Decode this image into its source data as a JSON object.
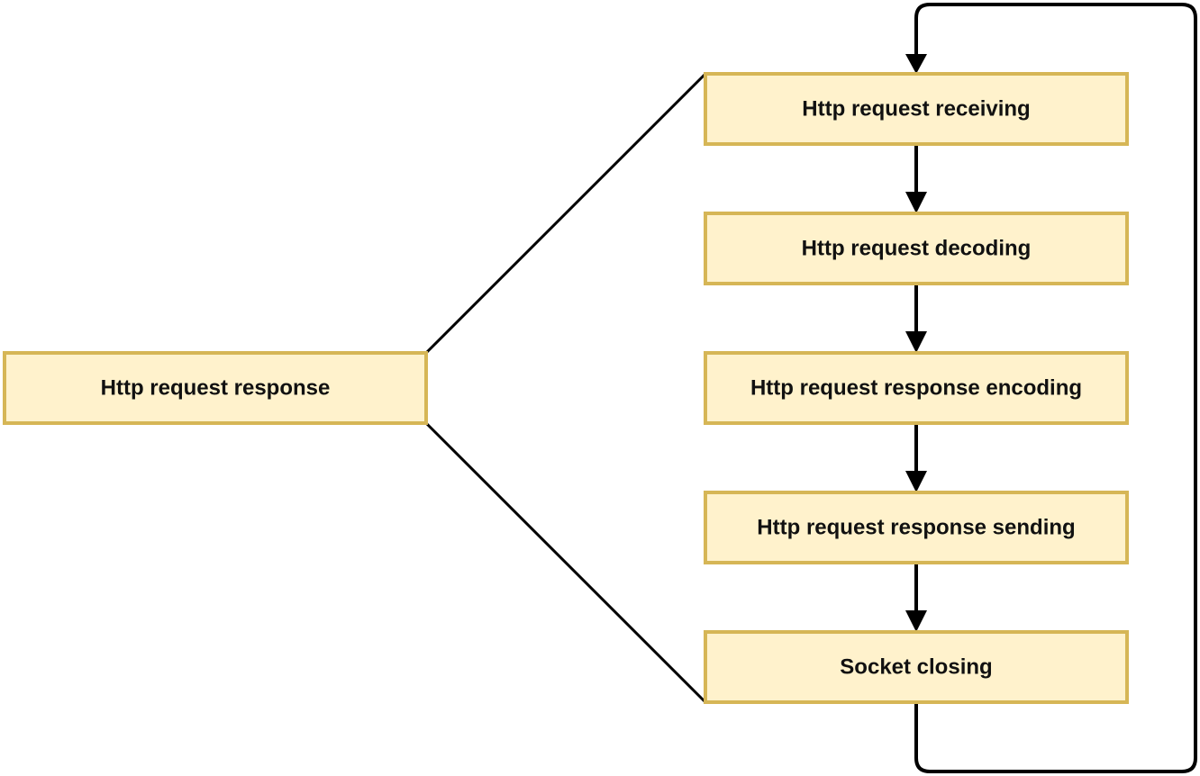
{
  "parent": {
    "label": "Http request response"
  },
  "steps": [
    {
      "label": "Http request receiving"
    },
    {
      "label": "Http request decoding"
    },
    {
      "label": "Http request response encoding"
    },
    {
      "label": "Http request response sending"
    },
    {
      "label": "Socket closing"
    }
  ],
  "colors": {
    "box_fill": "#FFF2CC",
    "box_border": "#D6B656",
    "line": "#000000",
    "text": "#111111"
  }
}
